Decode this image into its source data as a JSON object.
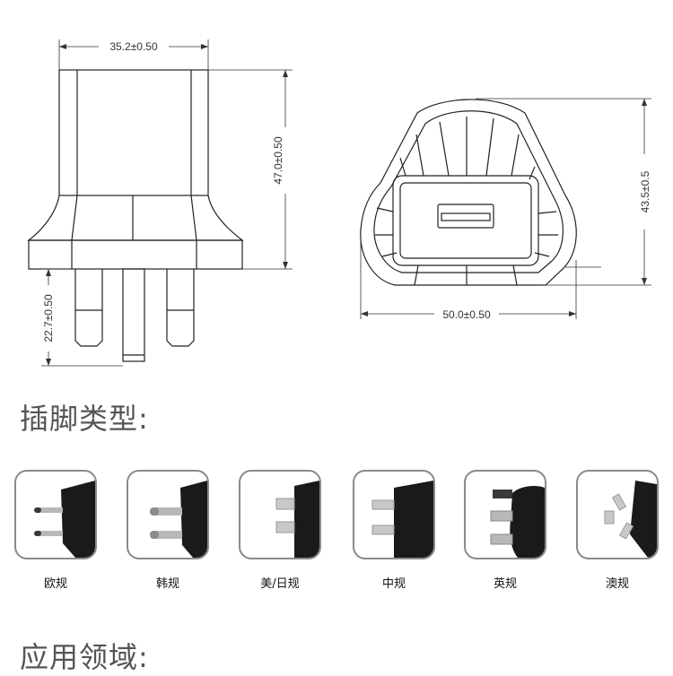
{
  "dimensions": {
    "width_top": "35.2±0.50",
    "height_body": "47.0±0.50",
    "pin_length": "22.7±0.50",
    "front_width": "50.0±0.50",
    "front_height": "43.5±0.5"
  },
  "plug_section": {
    "title": "插脚类型:",
    "types": [
      {
        "label": "欧规",
        "icon": "eu-plug-icon"
      },
      {
        "label": "韩规",
        "icon": "kr-plug-icon"
      },
      {
        "label": "美/日规",
        "icon": "us-jp-plug-icon"
      },
      {
        "label": "中规",
        "icon": "cn-plug-icon"
      },
      {
        "label": "英规",
        "icon": "uk-plug-icon"
      },
      {
        "label": "澳规",
        "icon": "au-plug-icon"
      }
    ]
  },
  "application_section": {
    "title": "应用领域:"
  }
}
